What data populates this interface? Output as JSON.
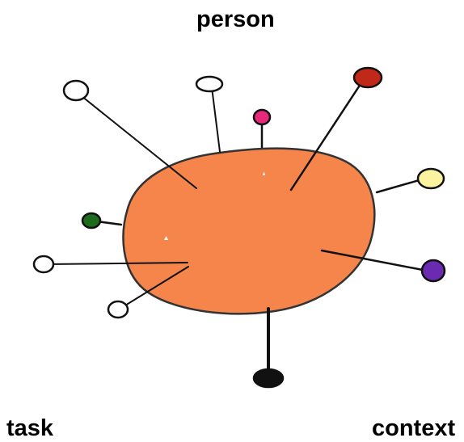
{
  "labels": {
    "top": "person",
    "bottom_left": "task",
    "bottom_right": "context"
  },
  "colors": {
    "blob_fill": "#f5854a",
    "blob_stroke": "#333333",
    "line": "#111111",
    "pin_white": "#ffffff",
    "pin_red": "#c0291a",
    "pin_magenta": "#e6297a",
    "pin_yellow": "#fbf3a0",
    "pin_purple": "#6a2bb0",
    "pin_green": "#1e6b1e",
    "pin_black": "#111111"
  },
  "pins": [
    {
      "name": "white-pin-upper-left",
      "color": "white"
    },
    {
      "name": "white-pin-top",
      "color": "white"
    },
    {
      "name": "magenta-pin-top",
      "color": "magenta"
    },
    {
      "name": "red-pin-upper-right",
      "color": "red"
    },
    {
      "name": "yellow-pin-right",
      "color": "yellow"
    },
    {
      "name": "purple-pin-right",
      "color": "purple"
    },
    {
      "name": "black-pin-bottom",
      "color": "black"
    },
    {
      "name": "green-pin-left",
      "color": "green"
    },
    {
      "name": "white-pin-left",
      "color": "white"
    },
    {
      "name": "white-pin-lower-left",
      "color": "white"
    }
  ]
}
